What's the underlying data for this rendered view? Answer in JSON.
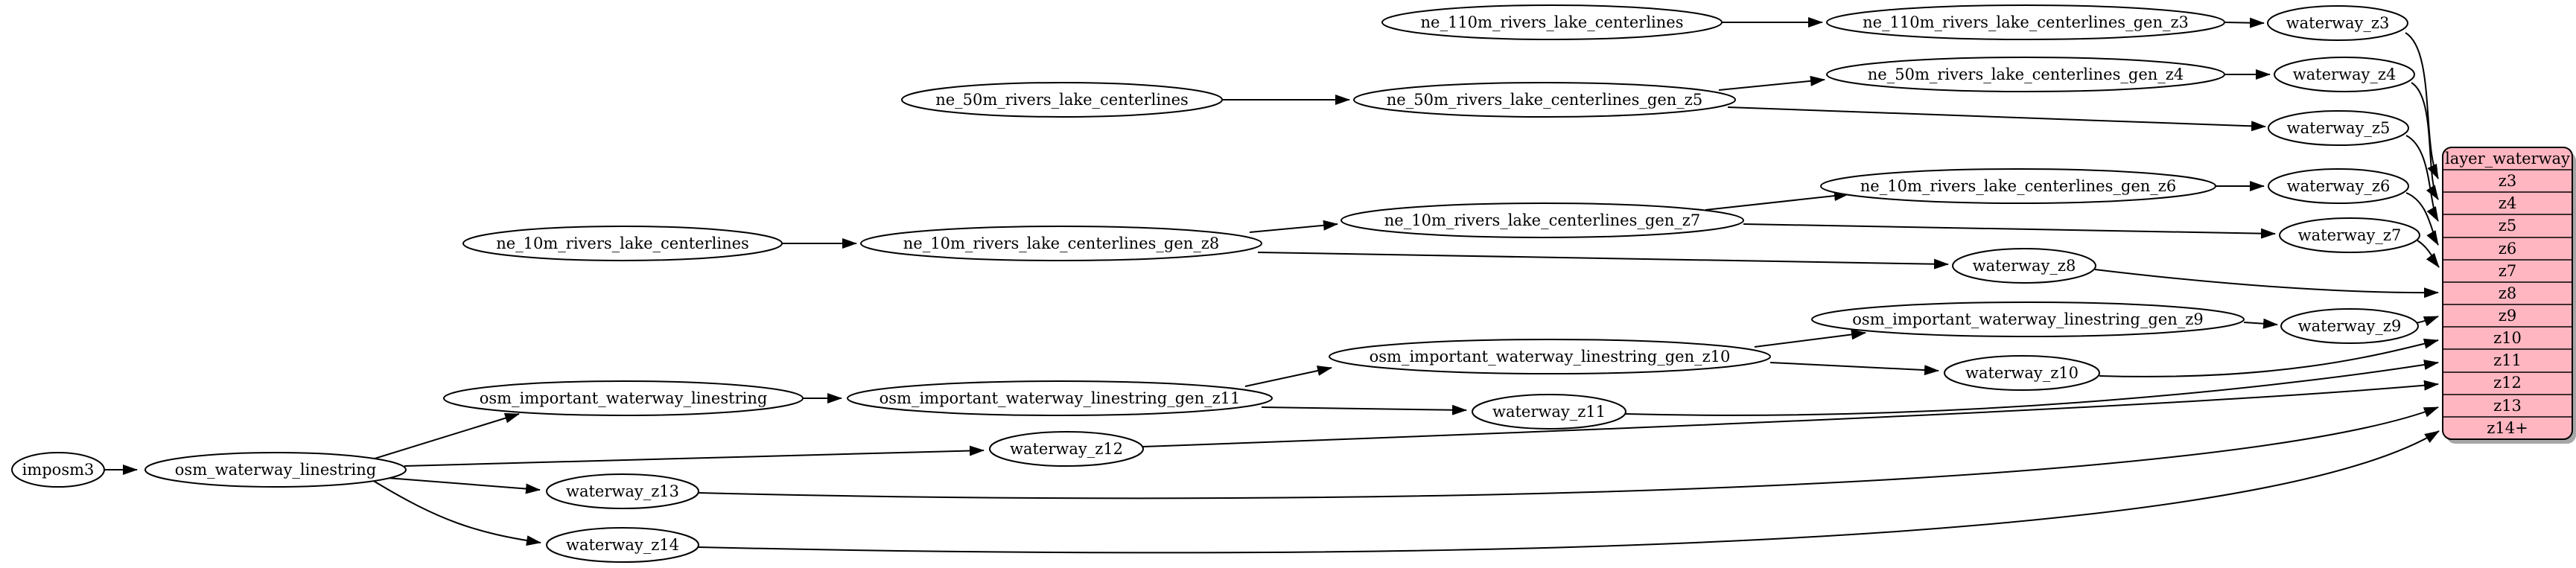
{
  "diagram": {
    "background_color": "#ffffff",
    "node_fill_color": "#ffffff",
    "node_stroke_color": "#000000",
    "layer_fill_color": "#ffb6c1",
    "nodes": {
      "imposm3": {
        "label": "imposm3"
      },
      "osm_waterway_linestring": {
        "label": "osm_waterway_linestring"
      },
      "osm_important_waterway_linestring": {
        "label": "osm_important_waterway_linestring"
      },
      "osm_important_waterway_linestring_gen_z11": {
        "label": "osm_important_waterway_linestring_gen_z11"
      },
      "osm_important_waterway_linestring_gen_z10": {
        "label": "osm_important_waterway_linestring_gen_z10"
      },
      "osm_important_waterway_linestring_gen_z9": {
        "label": "osm_important_waterway_linestring_gen_z9"
      },
      "ne_110m_rivers_lake_centerlines": {
        "label": "ne_110m_rivers_lake_centerlines"
      },
      "ne_110m_rivers_lake_centerlines_gen_z3": {
        "label": "ne_110m_rivers_lake_centerlines_gen_z3"
      },
      "ne_50m_rivers_lake_centerlines": {
        "label": "ne_50m_rivers_lake_centerlines"
      },
      "ne_50m_rivers_lake_centerlines_gen_z5": {
        "label": "ne_50m_rivers_lake_centerlines_gen_z5"
      },
      "ne_50m_rivers_lake_centerlines_gen_z4": {
        "label": "ne_50m_rivers_lake_centerlines_gen_z4"
      },
      "ne_10m_rivers_lake_centerlines": {
        "label": "ne_10m_rivers_lake_centerlines"
      },
      "ne_10m_rivers_lake_centerlines_gen_z8": {
        "label": "ne_10m_rivers_lake_centerlines_gen_z8"
      },
      "ne_10m_rivers_lake_centerlines_gen_z7": {
        "label": "ne_10m_rivers_lake_centerlines_gen_z7"
      },
      "ne_10m_rivers_lake_centerlines_gen_z6": {
        "label": "ne_10m_rivers_lake_centerlines_gen_z6"
      },
      "waterway_z3": {
        "label": "waterway_z3"
      },
      "waterway_z4": {
        "label": "waterway_z4"
      },
      "waterway_z5": {
        "label": "waterway_z5"
      },
      "waterway_z6": {
        "label": "waterway_z6"
      },
      "waterway_z7": {
        "label": "waterway_z7"
      },
      "waterway_z8": {
        "label": "waterway_z8"
      },
      "waterway_z9": {
        "label": "waterway_z9"
      },
      "waterway_z10": {
        "label": "waterway_z10"
      },
      "waterway_z11": {
        "label": "waterway_z11"
      },
      "waterway_z12": {
        "label": "waterway_z12"
      },
      "waterway_z13": {
        "label": "waterway_z13"
      },
      "waterway_z14": {
        "label": "waterway_z14"
      }
    },
    "layer_table": {
      "title": "layer_waterway",
      "rows": [
        "z3",
        "z4",
        "z5",
        "z6",
        "z7",
        "z8",
        "z9",
        "z10",
        "z11",
        "z12",
        "z13",
        "z14+"
      ]
    },
    "edges": [
      [
        "imposm3",
        "osm_waterway_linestring"
      ],
      [
        "osm_waterway_linestring",
        "osm_important_waterway_linestring"
      ],
      [
        "osm_waterway_linestring",
        "waterway_z12"
      ],
      [
        "osm_waterway_linestring",
        "waterway_z13"
      ],
      [
        "osm_waterway_linestring",
        "waterway_z14"
      ],
      [
        "osm_important_waterway_linestring",
        "osm_important_waterway_linestring_gen_z11"
      ],
      [
        "osm_important_waterway_linestring_gen_z11",
        "osm_important_waterway_linestring_gen_z10"
      ],
      [
        "osm_important_waterway_linestring_gen_z11",
        "waterway_z11"
      ],
      [
        "osm_important_waterway_linestring_gen_z10",
        "osm_important_waterway_linestring_gen_z9"
      ],
      [
        "osm_important_waterway_linestring_gen_z10",
        "waterway_z10"
      ],
      [
        "osm_important_waterway_linestring_gen_z9",
        "waterway_z9"
      ],
      [
        "ne_110m_rivers_lake_centerlines",
        "ne_110m_rivers_lake_centerlines_gen_z3"
      ],
      [
        "ne_110m_rivers_lake_centerlines_gen_z3",
        "waterway_z3"
      ],
      [
        "ne_50m_rivers_lake_centerlines",
        "ne_50m_rivers_lake_centerlines_gen_z5"
      ],
      [
        "ne_50m_rivers_lake_centerlines_gen_z5",
        "ne_50m_rivers_lake_centerlines_gen_z4"
      ],
      [
        "ne_50m_rivers_lake_centerlines_gen_z5",
        "waterway_z5"
      ],
      [
        "ne_50m_rivers_lake_centerlines_gen_z4",
        "waterway_z4"
      ],
      [
        "ne_10m_rivers_lake_centerlines",
        "ne_10m_rivers_lake_centerlines_gen_z8"
      ],
      [
        "ne_10m_rivers_lake_centerlines_gen_z8",
        "ne_10m_rivers_lake_centerlines_gen_z7"
      ],
      [
        "ne_10m_rivers_lake_centerlines_gen_z8",
        "waterway_z8"
      ],
      [
        "ne_10m_rivers_lake_centerlines_gen_z7",
        "ne_10m_rivers_lake_centerlines_gen_z6"
      ],
      [
        "ne_10m_rivers_lake_centerlines_gen_z7",
        "waterway_z7"
      ],
      [
        "ne_10m_rivers_lake_centerlines_gen_z6",
        "waterway_z6"
      ],
      [
        "waterway_z3",
        "layer_waterway.z3"
      ],
      [
        "waterway_z4",
        "layer_waterway.z4"
      ],
      [
        "waterway_z5",
        "layer_waterway.z5"
      ],
      [
        "waterway_z6",
        "layer_waterway.z6"
      ],
      [
        "waterway_z7",
        "layer_waterway.z7"
      ],
      [
        "waterway_z8",
        "layer_waterway.z8"
      ],
      [
        "waterway_z9",
        "layer_waterway.z9"
      ],
      [
        "waterway_z10",
        "layer_waterway.z10"
      ],
      [
        "waterway_z11",
        "layer_waterway.z11"
      ],
      [
        "waterway_z12",
        "layer_waterway.z12"
      ],
      [
        "waterway_z13",
        "layer_waterway.z13"
      ],
      [
        "waterway_z14",
        "layer_waterway.z14+"
      ]
    ]
  }
}
